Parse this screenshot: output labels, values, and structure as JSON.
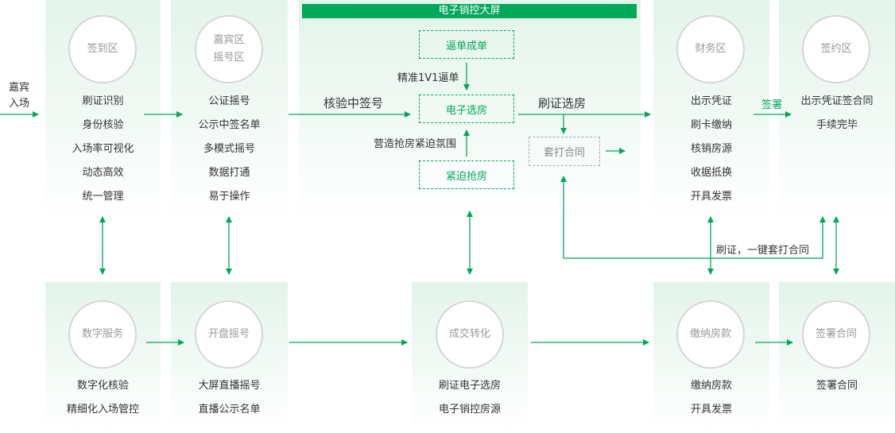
{
  "entry_label": [
    "嘉宾",
    "入场"
  ],
  "screen_title": "电子销控大屏",
  "top": [
    {
      "circle": [
        "签到区"
      ],
      "items": [
        "刷证识别",
        "身份核验",
        "入场率可视化",
        "动态高效",
        "统一管理"
      ]
    },
    {
      "circle": [
        "嘉宾区",
        "摇号区"
      ],
      "items": [
        "公证摇号",
        "公示中签名单",
        "多模式摇号",
        "数据打通",
        "易于操作"
      ]
    },
    {
      "circle": [
        "财务区"
      ],
      "items": [
        "出示凭证",
        "刷卡缴纳",
        "核销房源",
        "收据抵换",
        "开具发票"
      ]
    },
    {
      "circle": [
        "签约区"
      ],
      "items": [
        "出示凭证签合同",
        "手续完毕"
      ]
    }
  ],
  "center": {
    "box_top": "逼单成单",
    "box_mid": "电子选房",
    "box_bottom": "紧迫抢房",
    "box_print": "套打合同",
    "label_top": "精准1V1逼单",
    "label_bottom": "营造抢房紧迫氛围",
    "label_verify": "核验中签号",
    "label_select": "刷证选房",
    "label_sign": "签署",
    "label_print": "刷证，一键套打合同"
  },
  "bottom": [
    {
      "circle": "数字服务",
      "items": [
        "数字化核验",
        "精细化入场管控"
      ]
    },
    {
      "circle": "开盘摇号",
      "items": [
        "大屏直播摇号",
        "直播公示名单"
      ]
    },
    {
      "circle": "成交转化",
      "items": [
        "刷证电子选房",
        "电子销控房源"
      ]
    },
    {
      "circle": "缴纳房款",
      "items": [
        "缴纳房款",
        "开具发票"
      ]
    },
    {
      "circle": "签署合同",
      "items": [
        "签署合同"
      ]
    }
  ],
  "colors": {
    "accent": "#00a85a"
  }
}
